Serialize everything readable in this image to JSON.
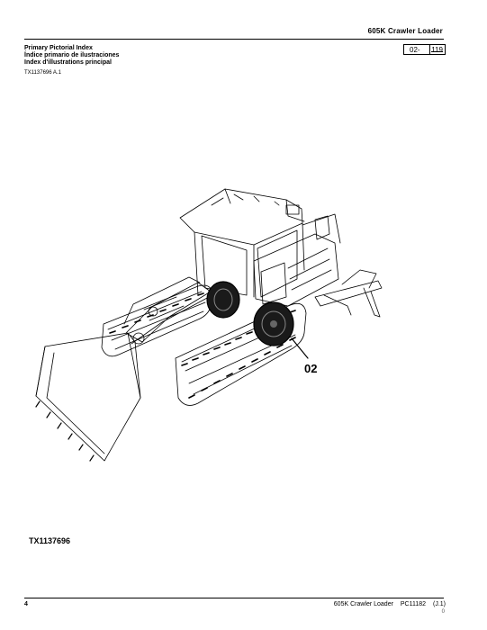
{
  "header": {
    "title": "605K Crawler Loader"
  },
  "index": {
    "lines": [
      "Primary Pictorial Index",
      "Índice primario de ilustraciones",
      "Index d'illustrations principal"
    ],
    "code": "TX1137696 A.1"
  },
  "page_ref": {
    "section": "02-",
    "page": "119"
  },
  "illustration": {
    "callout": "02",
    "figure_label": "TX1137696"
  },
  "footer": {
    "page_number": "4",
    "model": "605K Crawler Loader",
    "catalog": "PC11182",
    "revision": "(J.1)",
    "sub": "0"
  }
}
